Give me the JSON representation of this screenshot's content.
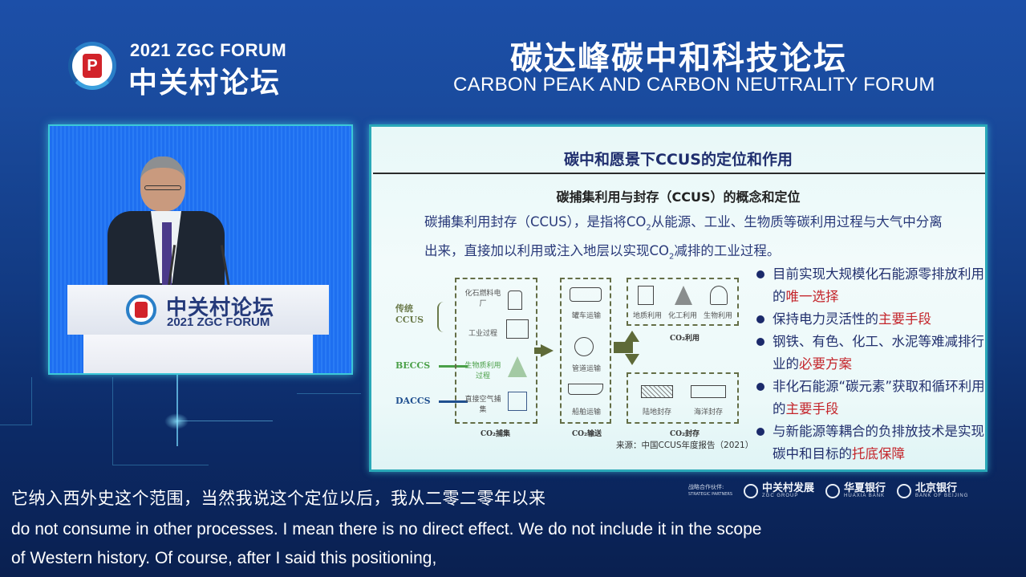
{
  "header": {
    "brand_en": "2021 ZGC FORUM",
    "brand_cn": "中关村论坛",
    "logo_icon": "zgc-forum-logo-icon",
    "forum_title_cn": "碳达峰碳中和科技论坛",
    "forum_title_en": "CARBON PEAK AND CARBON NEUTRALITY FORUM"
  },
  "video": {
    "podium_cn": "中关村论坛",
    "podium_en": "2021 ZGC FORUM"
  },
  "slide": {
    "title": "碳中和愿景下CCUS的定位和作用",
    "subtitle": "碳捕集利用与封存（CCUS）的概念和定位",
    "definition_part1": "碳捕集利用封存（CCUS），是指将CO",
    "definition_part2": "从能源、工业、生物质等碳利用过程与大气中分离出来，直接加以利用或注入地层以实现CO",
    "definition_part3": "减排的工业过程。",
    "subscript": "2",
    "diagram": {
      "left_labels": {
        "traditional": "传统\nCCUS",
        "traditional_line1": "传统",
        "traditional_line2": "CCUS",
        "beccs": "BECCS",
        "daccs": "DACCS"
      },
      "colors": {
        "traditional": "#6b7a4a",
        "beccs": "#4aa048",
        "daccs": "#1f4f8f",
        "box": "#646e46"
      },
      "capture": {
        "caption": "CO₂捕集",
        "items": [
          "化石燃料电厂",
          "工业过程",
          "生物质利用过程",
          "直接空气捕集"
        ]
      },
      "transport": {
        "caption": "CO₂输送",
        "items": [
          "罐车运输",
          "管道运输",
          "船舶运输"
        ]
      },
      "utilization": {
        "caption": "CO₂利用",
        "items": [
          "地质利用",
          "化工利用",
          "生物利用"
        ]
      },
      "storage": {
        "caption": "CO₂封存",
        "items": [
          "陆地封存",
          "海洋封存"
        ]
      },
      "source": "来源：中国CCUS年度报告（2021）"
    },
    "bullets": [
      {
        "text": "目前实现大规模化石能源零排放利用的",
        "highlight": "唯一选择"
      },
      {
        "text": "保持电力灵活性的",
        "highlight": "主要手段"
      },
      {
        "text": "钢铁、有色、化工、水泥等难减排行业的",
        "highlight": "必要方案"
      },
      {
        "text": "非化石能源“碳元素”获取和循环利用的",
        "highlight": "主要手段"
      },
      {
        "text": "与新能源等耦合的负排放技术是实现碳中和目标的",
        "highlight": "托底保障"
      }
    ],
    "highlight_color": "#c4252b"
  },
  "subtitles": {
    "cn": "它纳入西外史这个范围，当然我说这个定位以后，我从二零二零年以来",
    "en_line1": "do not consume in other processes. I mean there is no direct effect. We do not include it in the scope",
    "en_line2": "of Western history. Of course, after I said this positioning,"
  },
  "partners": {
    "label_cn": "战略合作伙伴:",
    "label_en": "STRATEGIC PARTNERS",
    "items": [
      {
        "name": "中关村发展",
        "sub": "ZGC GROUP",
        "icon": "zgc-group-logo-icon"
      },
      {
        "name": "华夏银行",
        "sub": "HUAXIA BANK",
        "icon": "huaxia-bank-logo-icon"
      },
      {
        "name": "北京银行",
        "sub": "BANK OF BEIJING",
        "icon": "bank-of-beijing-logo-icon"
      }
    ]
  }
}
